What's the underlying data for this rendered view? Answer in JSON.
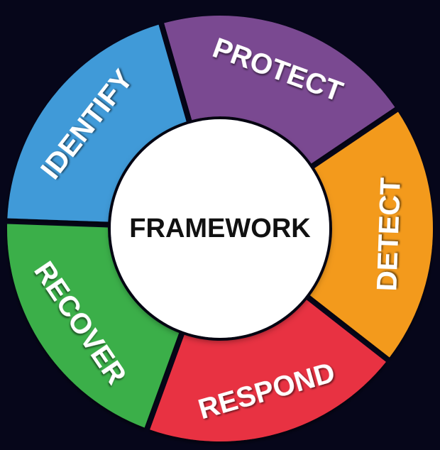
{
  "center": {
    "label": "FRAMEWORK",
    "color": "#ffffff"
  },
  "segments": [
    {
      "label": "IDENTIFY",
      "color": "#3f9ad8"
    },
    {
      "label": "PROTECT",
      "color": "#7a4a91"
    },
    {
      "label": "DETECT",
      "color": "#f39a1f"
    },
    {
      "label": "RESPOND",
      "color": "#e83342"
    },
    {
      "label": "RECOVER",
      "color": "#3aaf4a"
    }
  ],
  "background_color": "#06061a"
}
